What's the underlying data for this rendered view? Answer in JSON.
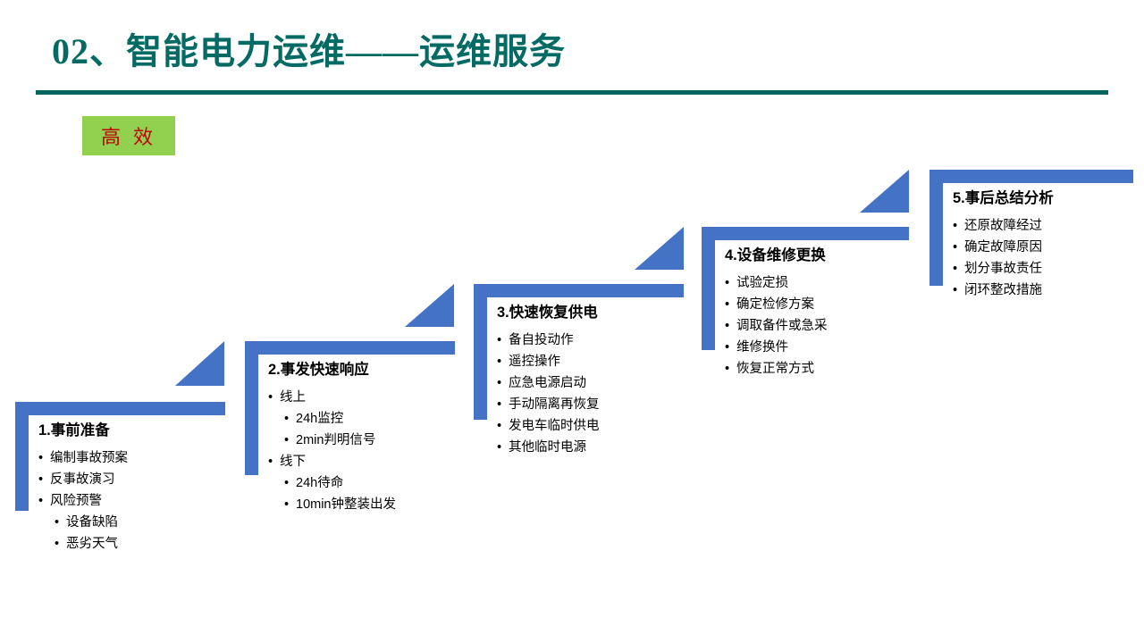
{
  "header": {
    "title": "02、智能电力运维——运维服务",
    "rule_color": "#00665E",
    "title_color": "#046A64"
  },
  "badge": {
    "label": "高 效",
    "background": "#92D050",
    "text_color": "#C00000"
  },
  "theme": {
    "accent_blue": "#4472C4",
    "body_text": "#000000",
    "page_background": "#FFFFFF"
  },
  "staircase": {
    "steps": [
      {
        "heading": "1.事前准备",
        "bullets": [
          {
            "text": "编制事故预案",
            "children": []
          },
          {
            "text": "反事故演习",
            "children": []
          },
          {
            "text": "风险预警",
            "children": [
              "设备缺陷",
              "恶劣天气"
            ]
          }
        ]
      },
      {
        "heading": "2.事发快速响应",
        "bullets": [
          {
            "text": "线上",
            "children": [
              "24h监控",
              "2min判明信号"
            ]
          },
          {
            "text": "线下",
            "children": [
              "24h待命",
              "10min钟整装出发"
            ]
          }
        ]
      },
      {
        "heading": "3.快速恢复供电",
        "bullets": [
          {
            "text": "备自投动作",
            "children": []
          },
          {
            "text": "遥控操作",
            "children": []
          },
          {
            "text": "应急电源启动",
            "children": []
          },
          {
            "text": "手动隔离再恢复",
            "children": []
          },
          {
            "text": "发电车临时供电",
            "children": []
          },
          {
            "text": "其他临时电源",
            "children": []
          }
        ]
      },
      {
        "heading": "4.设备维修更换",
        "bullets": [
          {
            "text": "试验定损",
            "children": []
          },
          {
            "text": "确定检修方案",
            "children": []
          },
          {
            "text": "调取备件或急采",
            "children": []
          },
          {
            "text": "维修换件",
            "children": []
          },
          {
            "text": "恢复正常方式",
            "children": []
          }
        ]
      },
      {
        "heading": "5.事后总结分析",
        "bullets": [
          {
            "text": "还原故障经过",
            "children": []
          },
          {
            "text": "确定故障原因",
            "children": []
          },
          {
            "text": "划分事故责任",
            "children": []
          },
          {
            "text": "闭环整改措施",
            "children": []
          }
        ]
      }
    ]
  }
}
